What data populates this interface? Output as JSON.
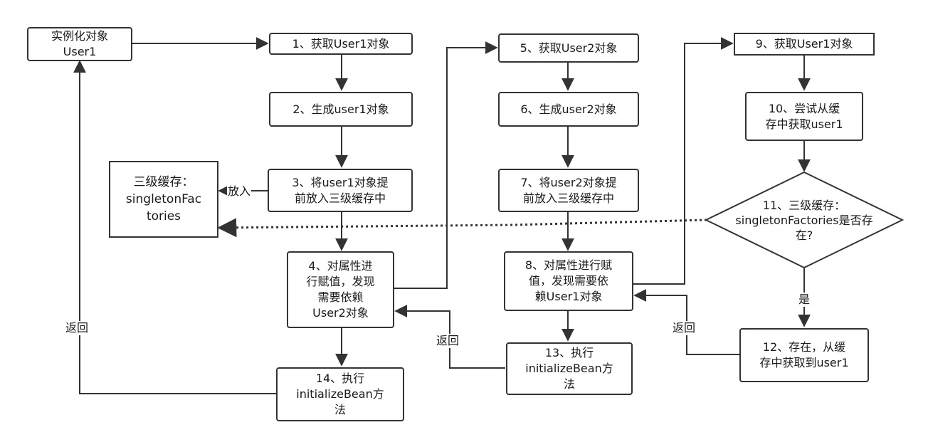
{
  "nodes": {
    "instantiate": "实例化对象\nUser1",
    "step1": "1、获取User1对象",
    "step2": "2、生成user1对象",
    "step3": "3、将user1对象提\n前放入三级缓存中",
    "cache": "三级缓存：\nsingletonFac\ntories",
    "step4": "4、对属性进\n行赋值，发现\n需要依赖\nUser2对象",
    "step14": "14、执行\ninitializeBean方\n法",
    "step5": "5、获取User2对象",
    "step6": "6、生成user2对象",
    "step7": "7、将user2对象提\n前放入三级缓存中",
    "step8": "8、对属性进行赋\n值，发现需要依\n赖User1对象",
    "step13": "13、执行\ninitializeBean方\n法",
    "step9": "9、获取User1对象",
    "step10": "10、尝试从缓\n存中获取user1",
    "step11": "11、三级缓存：\nsingletonFactories是否存\n在?",
    "step12": "12、存在，从缓\n存中获取到user1"
  },
  "edge_labels": {
    "put_in": "放入",
    "yes": "是",
    "return_left": "返回",
    "return_middle": "返回",
    "return_right": "返回"
  }
}
